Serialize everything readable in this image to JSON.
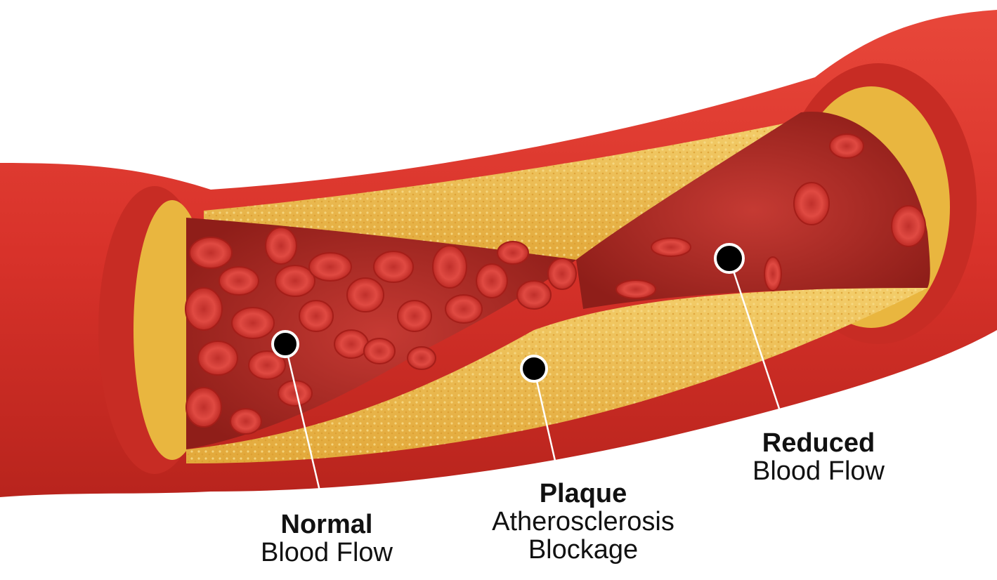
{
  "labels": {
    "normal": {
      "title": "Normal",
      "subtitle": "Blood Flow"
    },
    "plaque": {
      "title": "Plaque",
      "line1": "Atherosclerosis",
      "line2": "Blockage"
    },
    "reduced": {
      "title": "Reduced",
      "subtitle": "Blood Flow"
    }
  },
  "colors": {
    "artery_wall": "#d8322a",
    "artery_dark": "#a31d17",
    "artery_light": "#ef5a45",
    "plaque": "#e9b63f",
    "plaque_light": "#f5d277",
    "lumen": "#b02a24",
    "cell": "#d93a35",
    "marker": "#000000",
    "leader": "#ffffff"
  }
}
